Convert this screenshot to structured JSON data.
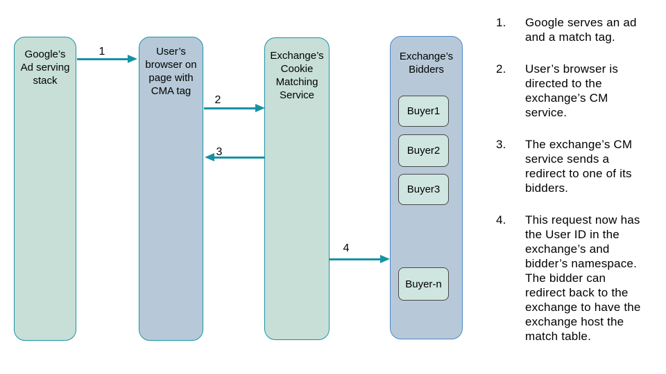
{
  "colors": {
    "teal_border": "#1792a4",
    "green_fill": "#c7dfd6",
    "blue_fill": "#b7c9d8",
    "buyer_fill": "#cfe5e0",
    "buyer_border": "#474747",
    "bidders_border": "#4c86c8",
    "text": "#000000",
    "background": "#ffffff"
  },
  "nodes": {
    "google_stack": {
      "title": "Google’s\nAd serving\nstack"
    },
    "user_browser": {
      "title": "User’s\nbrowser on\npage with\nCMA tag"
    },
    "cm_service": {
      "title": "Exchange’s\nCookie\nMatching\nService"
    },
    "bidders": {
      "title": "Exchange’s\nBidders",
      "buyers": [
        "Buyer1",
        "Buyer2",
        "Buyer3",
        "Buyer-n"
      ]
    }
  },
  "arrows": [
    {
      "label": "1",
      "from": "google_stack",
      "to": "user_browser",
      "direction": "right"
    },
    {
      "label": "2",
      "from": "user_browser",
      "to": "cm_service",
      "direction": "right"
    },
    {
      "label": "3",
      "from": "cm_service",
      "to": "user_browser",
      "direction": "left"
    },
    {
      "label": "4",
      "from": "cm_service",
      "to": "bidders",
      "direction": "right"
    }
  ],
  "steps": [
    {
      "num": "1.",
      "text": "Google serves an ad\nand a match tag."
    },
    {
      "num": "2.",
      "text": "User’s browser is\ndirected to the\nexchange’s CM\nservice."
    },
    {
      "num": "3.",
      "text": "The exchange’s CM\nservice sends a\nredirect to one of its\nbidders."
    },
    {
      "num": "4.",
      "text": "This request now has\nthe User ID in the\nexchange’s and\nbidder’s namespace.\nThe bidder can\nredirect back to the\nexchange to have the\nexchange host the\nmatch table."
    }
  ]
}
